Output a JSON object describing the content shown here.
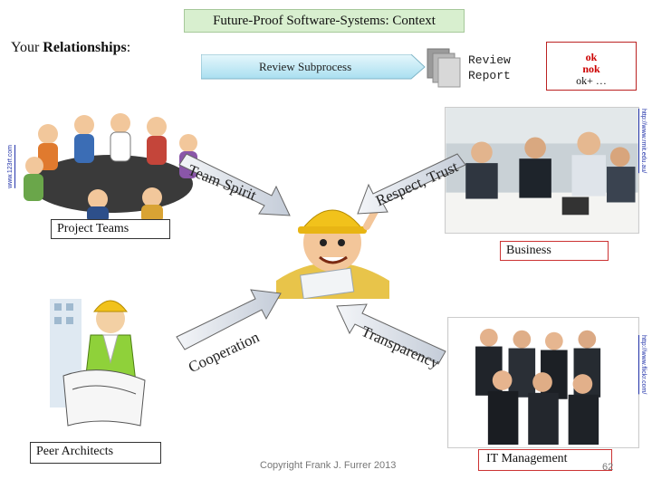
{
  "header": {
    "title": "Future-Proof Software-Systems: Context"
  },
  "relationships": {
    "prefix": "Your ",
    "bold": "Relationships",
    "suffix": ":"
  },
  "process": {
    "subprocess_label": "Review Subprocess",
    "report_line1": "Review",
    "report_line2": "Report"
  },
  "status_box": {
    "line1": "ok",
    "line2": "nok",
    "line3": "ok+ …"
  },
  "nodes": {
    "project_teams": "Project Teams",
    "business": "Business",
    "peer_architects": "Peer Architects",
    "it_management": "IT Management"
  },
  "arrows": {
    "team_spirit": "Team Spirit",
    "respect_trust": "Respect, Trust",
    "cooperation": "Cooperation",
    "transparency": "Transparency"
  },
  "credits": {
    "left_photo": "www.123rf.com",
    "business_photo": "http://www.rmit.edu.au/",
    "mgmt_photo": "http://www.flickr.com/"
  },
  "footer": {
    "copyright": "Copyright Frank J. Furrer 2013",
    "page": "62"
  },
  "colors": {
    "title_bg": "#d8efcf",
    "review_arrow": "#c8ecf7",
    "status_red": "#c00000",
    "arrow_fill": "#d6dde8"
  }
}
